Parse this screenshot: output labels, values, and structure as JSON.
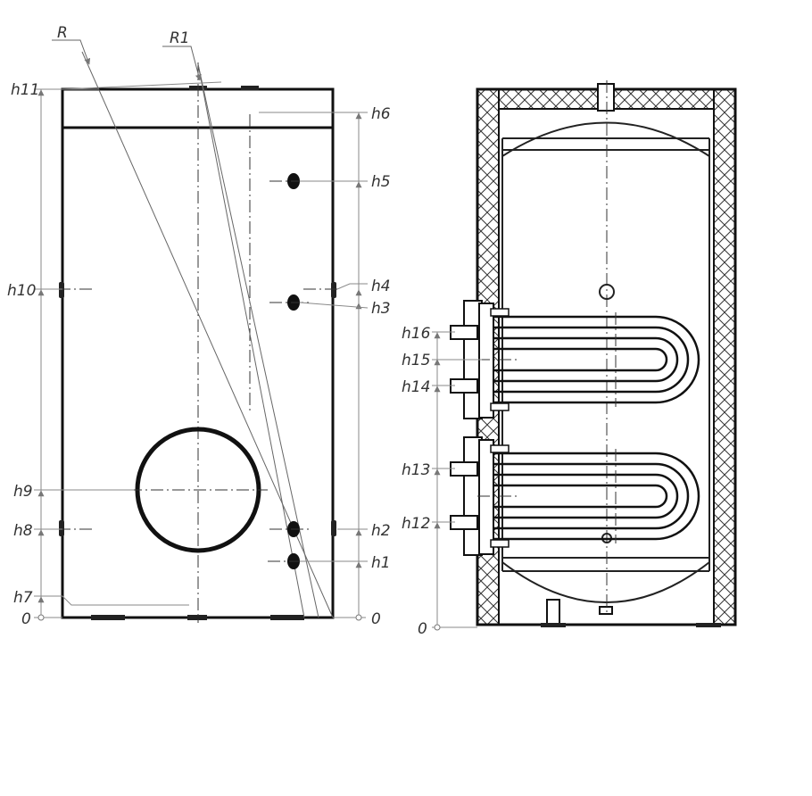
{
  "front_view": {
    "radius_labels": {
      "r": "R",
      "r1": "R1"
    },
    "height_labels": {
      "h1": "h1",
      "h2": "h2",
      "h3": "h3",
      "h4": "h4",
      "h5": "h5",
      "h6": "h6",
      "h7": "h7",
      "h8": "h8",
      "h9": "h9",
      "h10": "h10",
      "h11": "h11"
    },
    "zero_left": "0",
    "zero_right": "0"
  },
  "section_view": {
    "height_labels": {
      "h12": "h12",
      "h13": "h13",
      "h14": "h14",
      "h15": "h15",
      "h16": "h16"
    },
    "zero": "0"
  }
}
